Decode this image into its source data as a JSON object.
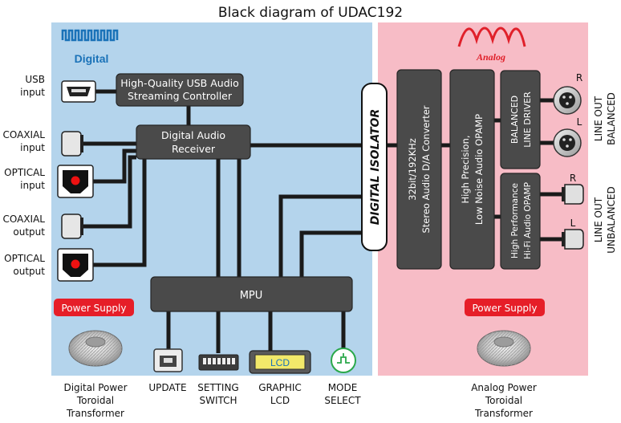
{
  "title": "Black diagram of UDAC192",
  "digital_label": "Digital",
  "analog_label": "Analog",
  "inputs": {
    "usb": [
      "USB",
      "input"
    ],
    "coaxial_in": [
      "COAXIAL",
      "input"
    ],
    "optical_in": [
      "OPTICAL",
      "input"
    ],
    "coaxial_out": [
      "COAXIAL",
      "output"
    ],
    "optical_out": [
      "OPTICAL",
      "output"
    ]
  },
  "blocks": {
    "usb_controller": [
      "High-Quality USB Audio",
      "Streaming Controller"
    ],
    "receiver": [
      "Digital Audio",
      "Receiver"
    ],
    "mpu": "MPU",
    "isolator": "DIGITAL ISOLATOR",
    "dac": [
      "32bit/192KHz",
      "Stereo Audio D/A Converter"
    ],
    "opamp": [
      "High Precision,",
      "Low Noise Audio OPAMP"
    ],
    "balanced_driver": [
      "BALANCED",
      "LINE DRIVER"
    ],
    "hifi_opamp": [
      "High Performance",
      "Hi-Fi Audio OPAMP"
    ]
  },
  "power": {
    "digital": "Power Supply",
    "analog": "Power Supply"
  },
  "peripherals": {
    "update": "UPDATE",
    "setting": [
      "SETTING",
      "SWITCH"
    ],
    "lcd": [
      "GRAPHIC",
      "LCD"
    ],
    "lcd_screen": "LCD",
    "mode": [
      "MODE",
      "SELECT"
    ]
  },
  "transformers": {
    "digital": [
      "Digital Power",
      "Toroidal",
      "Transformer"
    ],
    "analog": [
      "Analog Power",
      "Toroidal",
      "Transformer"
    ]
  },
  "outputs": {
    "balanced": [
      "LINE OUT",
      "BALANCED"
    ],
    "unbalanced": [
      "LINE OUT",
      "UNBALANCED"
    ],
    "r": "R",
    "l": "L"
  },
  "colors": {
    "digital_bg": "#b4d4ec",
    "analog_bg": "#f7bcc6",
    "block": "#4a4a4a",
    "power_supply": "#e61e28",
    "digital_accent": "#1a72b8",
    "analog_accent": "#e0202a"
  }
}
